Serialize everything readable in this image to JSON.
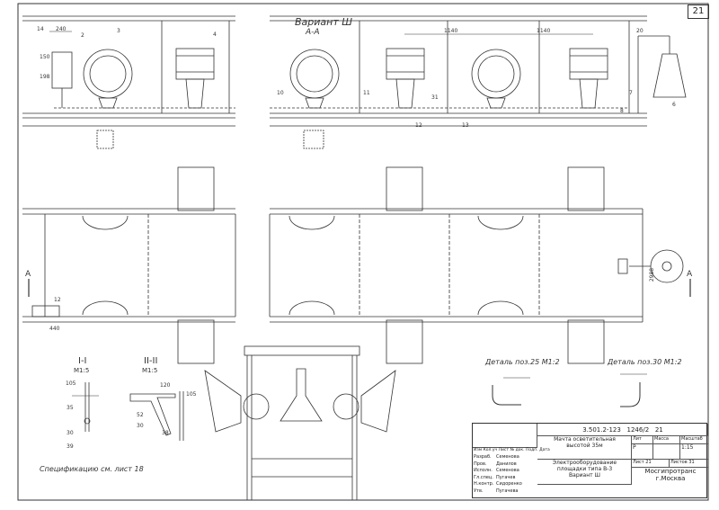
{
  "sheet": {
    "number": "21"
  },
  "section": {
    "variant": "Вариант Ш",
    "cut": "А-А"
  },
  "dims": {
    "d240": "240",
    "d1140a": "1140",
    "d1140b": "1140",
    "d20": "20",
    "d150": "150",
    "d198": "198",
    "d2988": "2988",
    "d440": "440",
    "d105": "105",
    "d35": "35",
    "d30": "30",
    "d39": "39",
    "d120": "120",
    "d105b": "105",
    "d52": "52",
    "d30b": "30",
    "d38": "38",
    "d12": "12",
    "d7": "7",
    "d8": "8"
  },
  "callouts": {
    "c2": "2",
    "c3": "3",
    "c4": "4",
    "c14": "14",
    "c31": "31",
    "c6": "6",
    "c10": "10",
    "c11": "11",
    "c12": "12",
    "c13": "13"
  },
  "plan": {
    "cut_a_left": "А",
    "cut_a_right": "А"
  },
  "sections": {
    "s1_title": "I-I",
    "s1_scale": "М1:5",
    "s2_title": "II-II",
    "s2_scale": "М1:5"
  },
  "details": {
    "d25": "Деталь поз.25 М1:2",
    "d30": "Деталь поз.30 М1:2"
  },
  "note": "Спецификацию см. лист 18",
  "title_block": {
    "code": "3.501.2-123",
    "album": "1246/2",
    "sheet": "21",
    "name1": "Мачта осветительная",
    "name2": "высотой 35м",
    "name3": "Электрооборудование",
    "name4": "площадки типа В-3",
    "name5": "Вариант Ш",
    "stage_h": "Лит",
    "mass_h": "Масса",
    "scale_h": "Масштаб",
    "stage": "Р",
    "scale": "1:15",
    "sheet_h": "Лист 21",
    "sheets_h": "Листов 31",
    "org1": "Мосгипротранс",
    "org2": "г.Москва",
    "roles": [
      "Разраб.",
      "Пров.",
      "Исполн.",
      "Гл.спец.",
      "Н.контр.",
      "Утв."
    ],
    "names": [
      "Семенова",
      "Данилов",
      "Семенова",
      "Пугачев",
      "Сидоренко",
      "Пугачева"
    ],
    "hdr": [
      "Изм",
      "Кол.уч",
      "Лист",
      "№ док.",
      "Подп.",
      "Дата"
    ]
  }
}
